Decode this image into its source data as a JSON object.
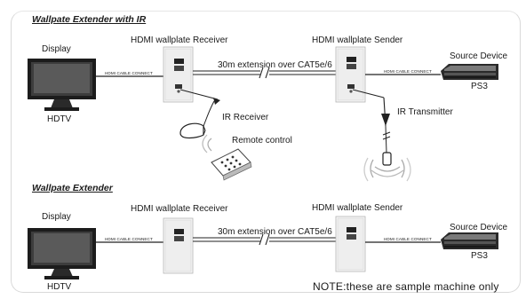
{
  "sections": [
    {
      "title": "Wallpate Extender with IR",
      "display_label": "Display",
      "display_caption": "HDTV",
      "receiver_label": "HDMI wallplate Receiver",
      "sender_label": "HDMI wallplate Sender",
      "extension_label": "30m extension over CAT5e/6",
      "left_cable_label": "HDMI CABLE CONNECT",
      "right_cable_label": "HDMI CABLE CONNECT",
      "source_label": "Source Device",
      "source_caption": "PS3",
      "ir_receiver_label": "IR Receiver",
      "ir_transmitter_label": "IR Transmitter",
      "remote_label": "Remote control"
    },
    {
      "title": "Wallpate Extender",
      "display_label": "Display",
      "display_caption": "HDTV",
      "receiver_label": "HDMI wallplate Receiver",
      "sender_label": "HDMI wallplate Sender",
      "extension_label": "30m extension over CAT5e/6",
      "left_cable_label": "HDMI CABLE CONNECT",
      "right_cable_label": "HDMI CABLE CONNECT",
      "source_label": "Source Device",
      "source_caption": "PS3"
    }
  ],
  "note": "NOTE:these are sample machine only"
}
